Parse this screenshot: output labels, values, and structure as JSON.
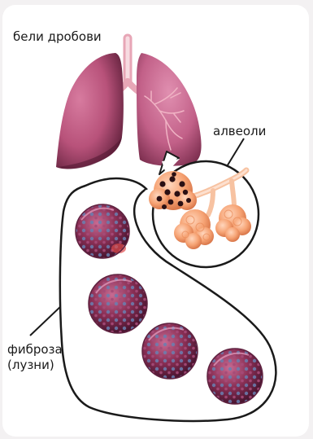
{
  "labels": {
    "lungs": "бели дробови",
    "alveoli": "алвеоли",
    "fibrosis_line1": "фиброза",
    "fibrosis_line2": "(лузни)"
  },
  "colors": {
    "background": "#f3f1f2",
    "card": "#ffffff",
    "lung_main": "#b8527a",
    "lung_dark": "#5e1f3a",
    "trachea": "#f2c6cf",
    "healthy_alveoli": "#f6a374",
    "diseased_dot": "#2a1014",
    "fibrosis_cell": "#8a2f55",
    "fibrosis_spot": "#6a7fb0"
  }
}
